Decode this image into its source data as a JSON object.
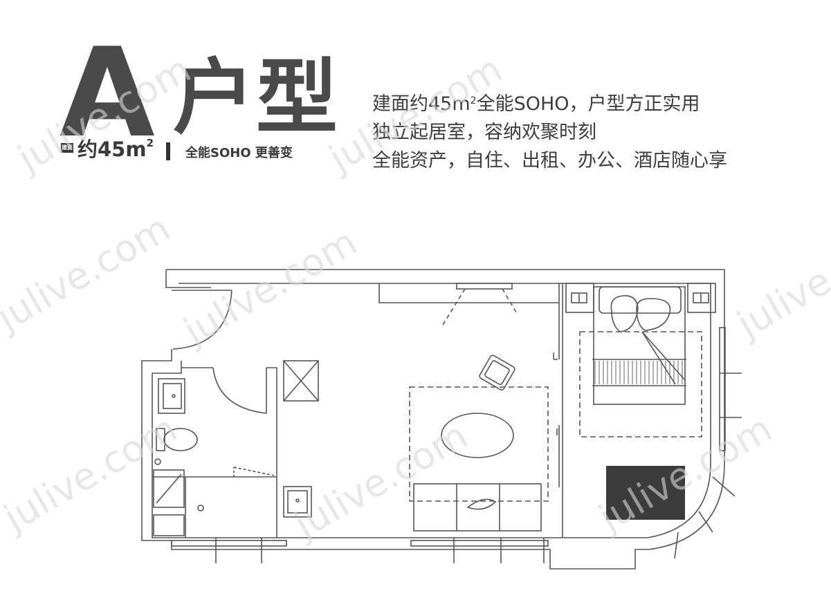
{
  "header": {
    "letter": "A",
    "type": "户型",
    "badge": "建面",
    "area_prefix": "约45m",
    "area_sup": "2",
    "slogan": "全能SOHO 更善变"
  },
  "description": {
    "line1_a": "建面约45m",
    "line1_sup": "2",
    "line1_b": "全能SOHO，户型方正实用",
    "line2": "独立起居室，容纳欢聚时刻",
    "line3": "全能资产，自住、出租、办公、酒店随心享"
  },
  "colors": {
    "text": "#3a3a3a",
    "title": "#4a4a4a",
    "wall": "#555555",
    "furniture": "#666666",
    "carpet": "#3c3c3c",
    "watermark": "#d8d8d8"
  }
}
